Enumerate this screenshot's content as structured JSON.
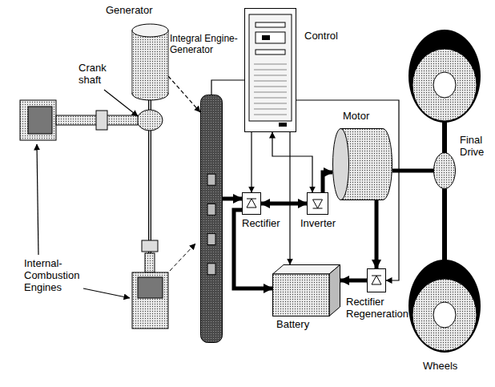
{
  "diagram": {
    "nodes": [
      {
        "text": [
          "Generator"
        ]
      },
      {
        "text": [
          "Integral Engine-Generator"
        ]
      },
      {
        "text": [
          "Control"
        ]
      },
      {
        "text": [
          "Rectifier"
        ]
      },
      {
        "text": [
          "Inverter"
        ]
      },
      {
        "text": [
          "Motor"
        ]
      },
      {
        "text": [
          "Battery"
        ]
      },
      {
        "text": [
          "Rectifier Regeneration"
        ]
      },
      {
        "text": [
          "Final Drive"
        ]
      }
    ],
    "edges": [
      {
        "from": 0,
        "to": 1,
        "arrow": "to"
      },
      {
        "from": 1,
        "to": 3,
        "arrow": "to"
      },
      {
        "from": 3,
        "to": 4,
        "arrow": "both"
      },
      {
        "from": 3,
        "to": 6,
        "arrow": "to"
      },
      {
        "from": 4,
        "to": 5,
        "arrow": "to"
      },
      {
        "from": 5,
        "to": 7,
        "arrow": "to"
      },
      {
        "from": 7,
        "to": 6,
        "arrow": "to"
      },
      {
        "from": 5,
        "to": 8,
        "arrow": "none"
      },
      {
        "from": 2,
        "to": 1,
        "arrow": "none"
      },
      {
        "from": 2,
        "to": 3,
        "arrow": "to"
      },
      {
        "from": 2,
        "to": 4,
        "arrow": "both"
      },
      {
        "from": 2,
        "to": 6,
        "arrow": "to"
      },
      {
        "from": 2,
        "to": 7,
        "arrow": "to"
      }
    ],
    "labels": [
      "Crank shaft",
      "Internal-Combustion Engines",
      "Wheels"
    ]
  }
}
